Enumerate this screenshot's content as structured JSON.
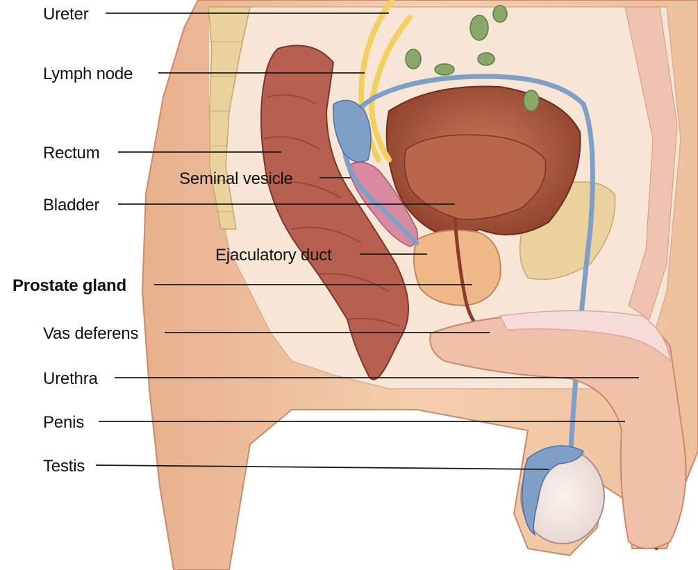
{
  "labels": {
    "ureter": "Ureter",
    "lymph_node": "Lymph node",
    "rectum": "Rectum",
    "seminal_vesicle": "Seminal vesicle",
    "bladder": "Bladder",
    "ejaculatory_duct": "Ejaculatory duct",
    "prostate_gland": "Prostate gland",
    "vas_deferens": "Vas deferens",
    "urethra": "Urethra",
    "penis": "Penis",
    "testis": "Testis"
  },
  "colors": {
    "skin": "#f2c9a6",
    "skin_dark": "#d99b78",
    "tissue": "#f6e2cf",
    "rectum": "#b85a4e",
    "bladder": "#a8543c",
    "prostate": "#f0b98a",
    "vein_blue": "#7f9fc7",
    "ureter_yellow": "#f2d060",
    "lymph_green": "#8aa86a",
    "bone": "#e8cf9c",
    "seminal": "#d98aa0"
  }
}
